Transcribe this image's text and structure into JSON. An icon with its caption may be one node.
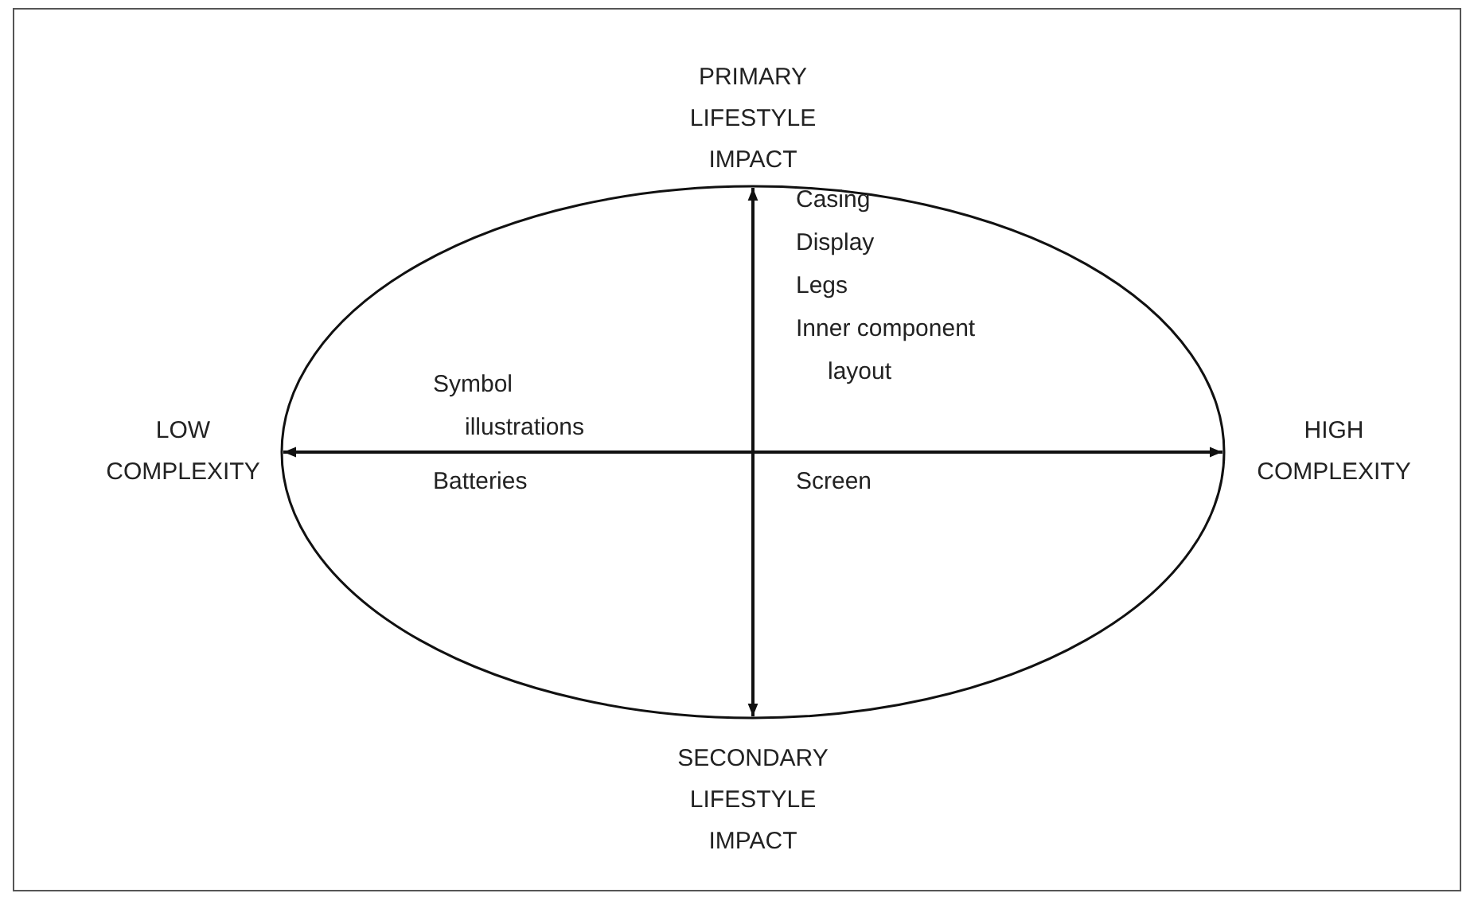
{
  "diagram": {
    "nodes": [
      {
        "text": [
          "Symbol illustrations",
          "Casing",
          "Display",
          "Legs",
          "Inner component layout",
          "Batteries",
          "Screen"
        ]
      }
    ],
    "edges": [],
    "labels": [
      "PRIMARY LIFESTYLE IMPACT",
      "LOW COMPLEXITY",
      "HIGH COMPLEXITY",
      "SECONDARY LIFESTYLE IMPACT"
    ]
  }
}
